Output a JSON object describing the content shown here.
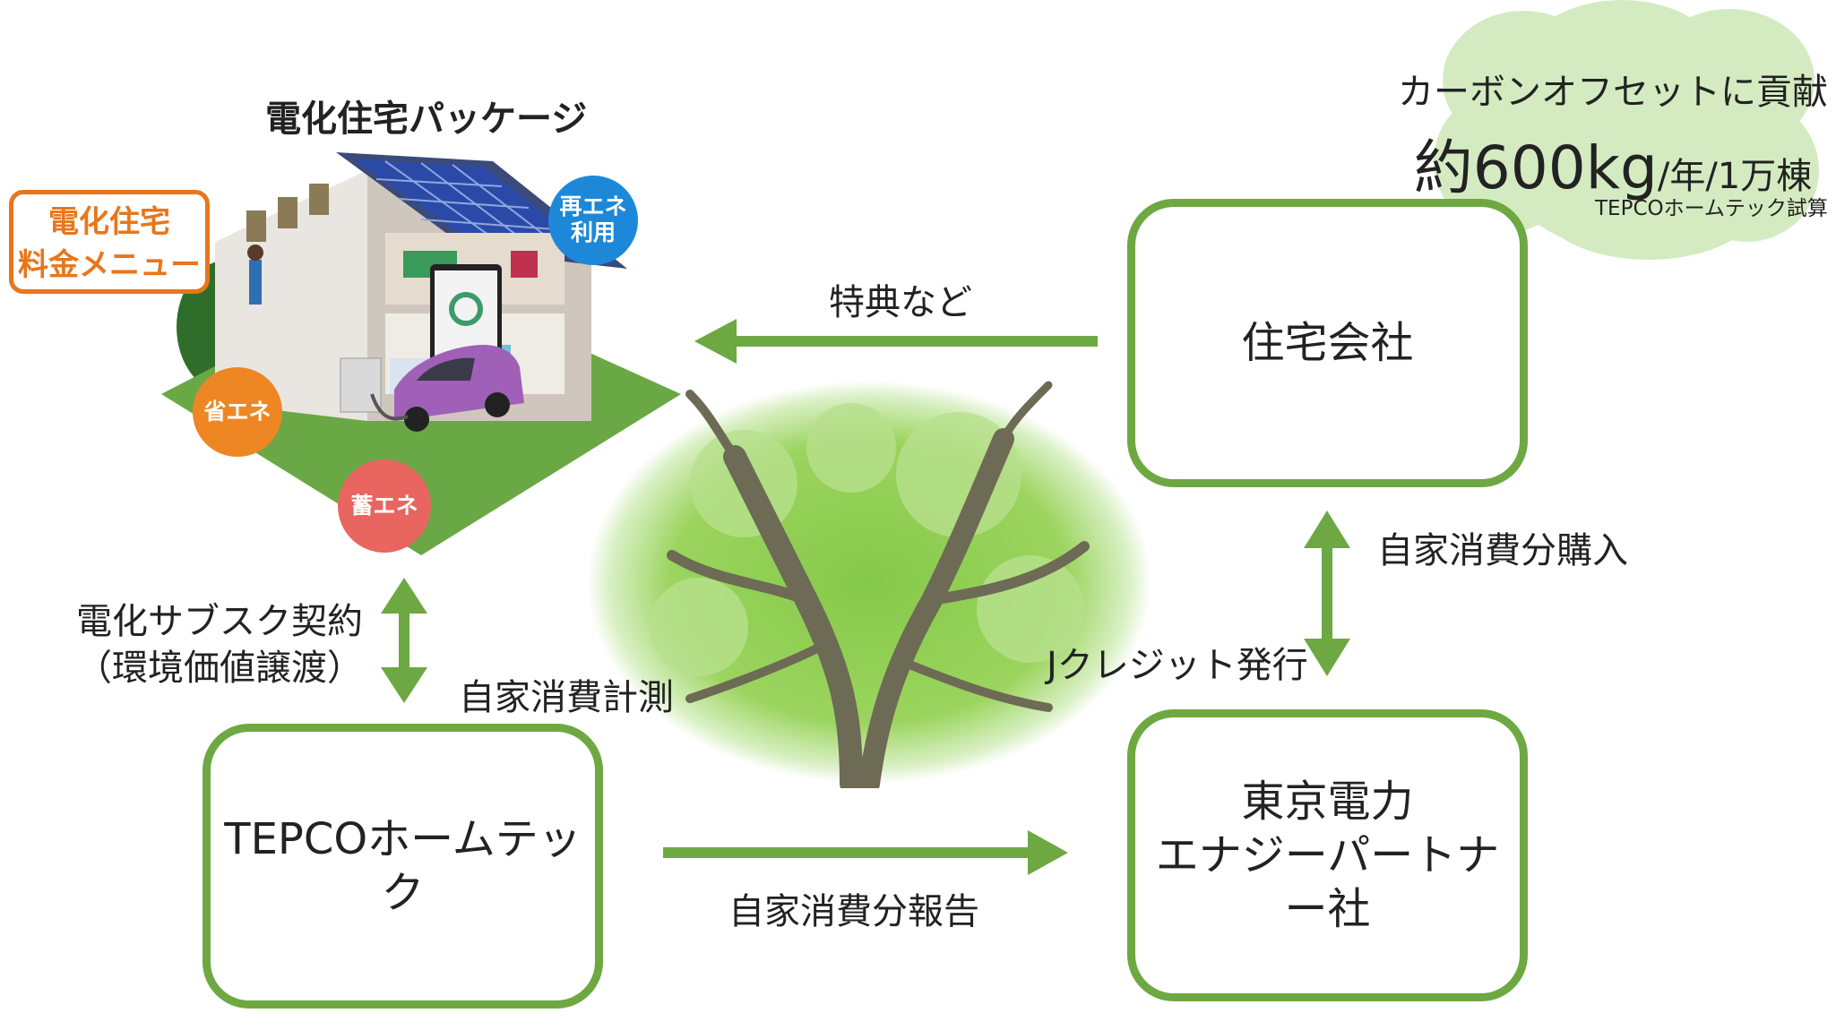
{
  "package": {
    "title": "電化住宅パッケージ",
    "menu_badge": [
      "電化住宅",
      "料金メニュー"
    ],
    "badges": {
      "renewable": [
        "再エネ",
        "利用"
      ],
      "save": "省エネ",
      "storage": "蓄エネ"
    }
  },
  "cloud": {
    "line1": "カーボンオフセットに貢献",
    "big": "約600kg",
    "unit": "/年/1万棟",
    "note": "TEPCOホームテック試算"
  },
  "nodes": {
    "housing": "住宅会社",
    "tepco_hometech": "TEPCOホームテック",
    "tepco_ep": [
      "東京電力",
      "エナジーパートナー社"
    ]
  },
  "edges": {
    "benefits": "特典など",
    "self_purchase": "自家消費分購入",
    "subscription": [
      "電化サブスク契約",
      "（環境価値譲渡）"
    ],
    "measure": "自家消費計測",
    "jcredit": "Jクレジット発行",
    "report": "自家消費分報告"
  },
  "colors": {
    "green": "#6ea842",
    "orange": "#e8761b",
    "badge_blue": "#1e88d8",
    "badge_orange": "#ee8624",
    "badge_red": "#e86560",
    "cloud": "#d4ebc1"
  }
}
